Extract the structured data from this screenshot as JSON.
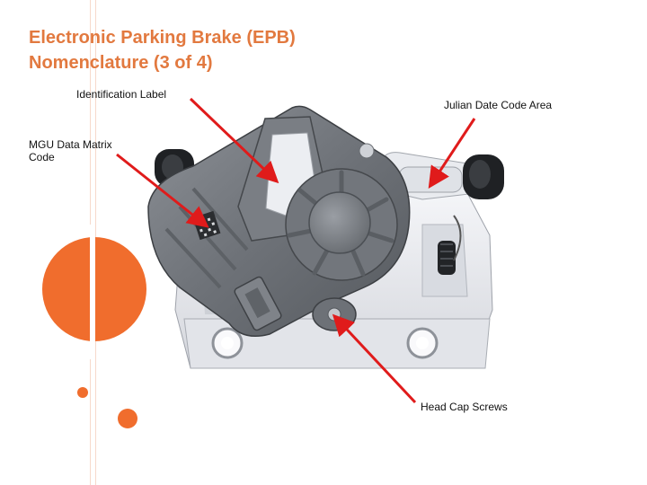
{
  "slide": {
    "title_line1": "Electronic Parking Brake (EPB)",
    "title_line2": "Nomenclature (3 of 4)",
    "accent_color": "#f06d2d",
    "arrow_color": "#e01b1b"
  },
  "callouts": {
    "identification_label": "Identification Label",
    "julian_date_code_area": "Julian Date Code Area",
    "mgu_data_matrix_line1": "MGU Data Matrix",
    "mgu_data_matrix_line2": "Code",
    "head_cap_screws": "Head Cap Screws"
  },
  "image": {
    "subject": "EPB caliper and motor gear unit illustration"
  }
}
